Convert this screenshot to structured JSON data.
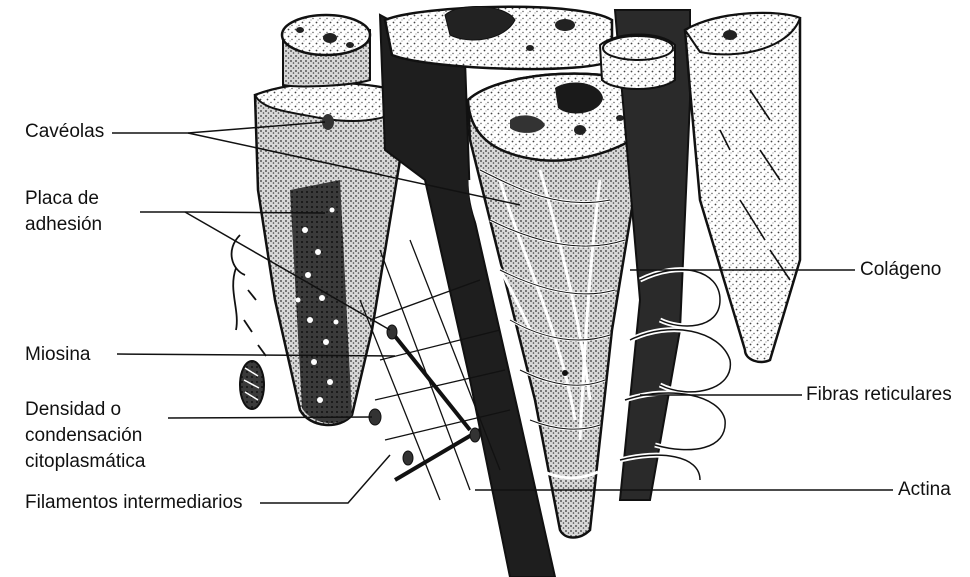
{
  "labels": {
    "caveolas": "Cavéolas",
    "placa_1": "Placa de",
    "placa_2": "adhesión",
    "miosina": "Miosina",
    "densidad_1": "Densidad o",
    "densidad_2": "condensación",
    "densidad_3": "citoplasmática",
    "filamentos": "Filamentos intermediarios",
    "colageno": "Colágeno",
    "fibras": "Fibras reticulares",
    "actina": "Actina"
  },
  "colors": {
    "ink": "#111111",
    "stipple": "#7a7a7a",
    "paper": "#ffffff"
  }
}
